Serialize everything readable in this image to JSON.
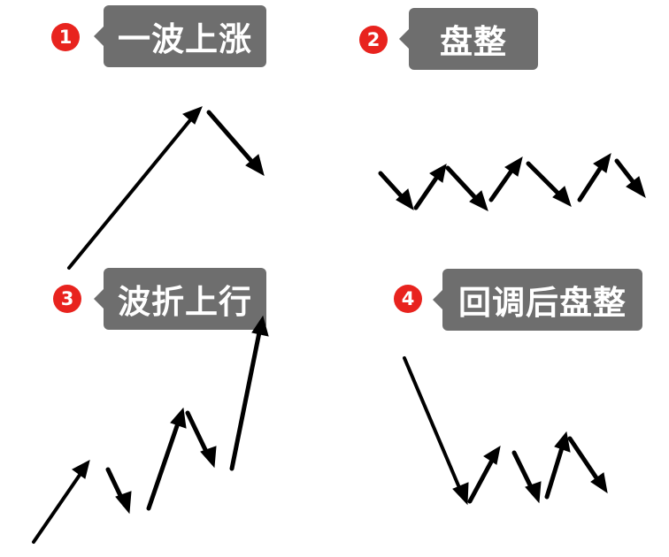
{
  "panels": [
    {
      "number": "1",
      "title": "一波上涨"
    },
    {
      "number": "2",
      "title": "盘整"
    },
    {
      "number": "3",
      "title": "波折上行"
    },
    {
      "number": "4",
      "title": "回调后盘整"
    }
  ],
  "colors": {
    "badge": "#e8231e",
    "label_bg": "#6e6e6e",
    "label_text": "#ffffff",
    "arrow": "#000000"
  }
}
